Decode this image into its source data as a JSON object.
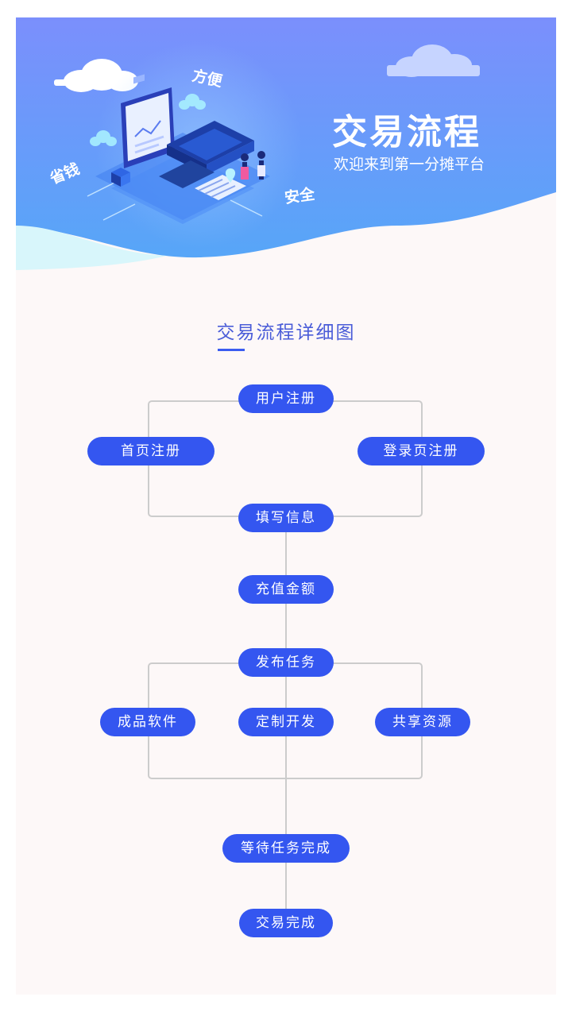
{
  "hero": {
    "title": "交易流程",
    "subtitle": "欢迎来到第一分摊平台",
    "tags": {
      "fangbian": "方便",
      "shengqian": "省钱",
      "anquan": "安全"
    },
    "colors": {
      "gradient_top": "#7b8ffc",
      "gradient_bottom": "#57a6f8",
      "wave_light": "#d8f6fb"
    }
  },
  "section": {
    "title": "交易流程详细图"
  },
  "flow": {
    "user_register": "用户注册",
    "home_register": "首页注册",
    "login_register": "登录页注册",
    "fill_info": "填写信息",
    "recharge": "充值金额",
    "publish_task": "发布任务",
    "finished_software": "成品软件",
    "custom_dev": "定制开发",
    "shared_resources": "共享资源",
    "wait_complete": "等待任务完成",
    "trade_complete": "交易完成",
    "colors": {
      "pill": "#3456f0",
      "connector": "#cccccc"
    }
  }
}
